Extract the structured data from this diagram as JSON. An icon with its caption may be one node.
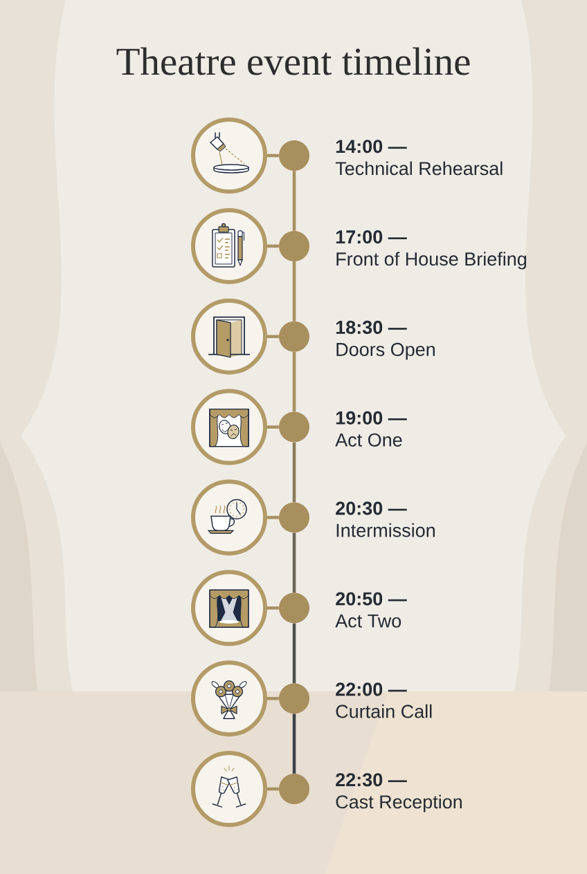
{
  "diagram": {
    "title": "Theatre event timeline",
    "nodes": [
      {
        "text": [],
        "shape": "picture"
      },
      {
        "text": [],
        "shape": "circle",
        "beside": [
          "14:00 —",
          "Technical Rehearsal"
        ]
      },
      {
        "text": [],
        "shape": "picture"
      },
      {
        "text": [],
        "shape": "circle",
        "beside": [
          "17:00 —",
          "Front of House Briefing"
        ]
      },
      {
        "text": [],
        "shape": "picture"
      },
      {
        "text": [],
        "shape": "circle",
        "beside": [
          "18:30 —",
          "Doors Open"
        ]
      },
      {
        "text": [],
        "shape": "picture"
      },
      {
        "text": [],
        "shape": "circle",
        "beside": [
          "19:00 —",
          "Act One"
        ]
      },
      {
        "text": [],
        "shape": "picture"
      },
      {
        "text": [],
        "shape": "circle",
        "beside": [
          "20:30 —",
          "Intermission"
        ]
      },
      {
        "text": [],
        "shape": "picture"
      },
      {
        "text": [],
        "shape": "circle",
        "beside": [
          "20:50 —",
          "Act Two"
        ]
      },
      {
        "text": [],
        "shape": "picture"
      },
      {
        "text": [],
        "shape": "circle",
        "beside": [
          "22:00 —",
          "Curtain Call"
        ]
      },
      {
        "text": [],
        "shape": "picture"
      },
      {
        "text": [],
        "shape": "circle",
        "beside": [
          "22:30 —",
          "Cast Reception"
        ]
      }
    ],
    "edges": [
      {
        "from": 0,
        "to": 1,
        "arrow": "none"
      },
      {
        "from": 1,
        "to": 3,
        "arrow": "none"
      },
      {
        "from": 2,
        "to": 3,
        "arrow": "none"
      },
      {
        "from": 3,
        "to": 5,
        "arrow": "none"
      },
      {
        "from": 4,
        "to": 5,
        "arrow": "none"
      },
      {
        "from": 5,
        "to": 7,
        "arrow": "none"
      },
      {
        "from": 6,
        "to": 7,
        "arrow": "none"
      },
      {
        "from": 7,
        "to": 9,
        "arrow": "none",
        "color": "#8a7b58"
      },
      {
        "from": 8,
        "to": 9,
        "arrow": "none"
      },
      {
        "from": 9,
        "to": 11,
        "arrow": "none",
        "color": "#6b6656"
      },
      {
        "from": 10,
        "to": 11,
        "arrow": "none"
      },
      {
        "from": 11,
        "to": 13,
        "arrow": "none",
        "color": "#50524f"
      },
      {
        "from": 12,
        "to": 13,
        "arrow": "none"
      },
      {
        "from": 13,
        "to": 15,
        "arrow": "none",
        "color": "#3c4249"
      },
      {
        "from": 14,
        "to": 15,
        "arrow": "none"
      }
    ]
  }
}
